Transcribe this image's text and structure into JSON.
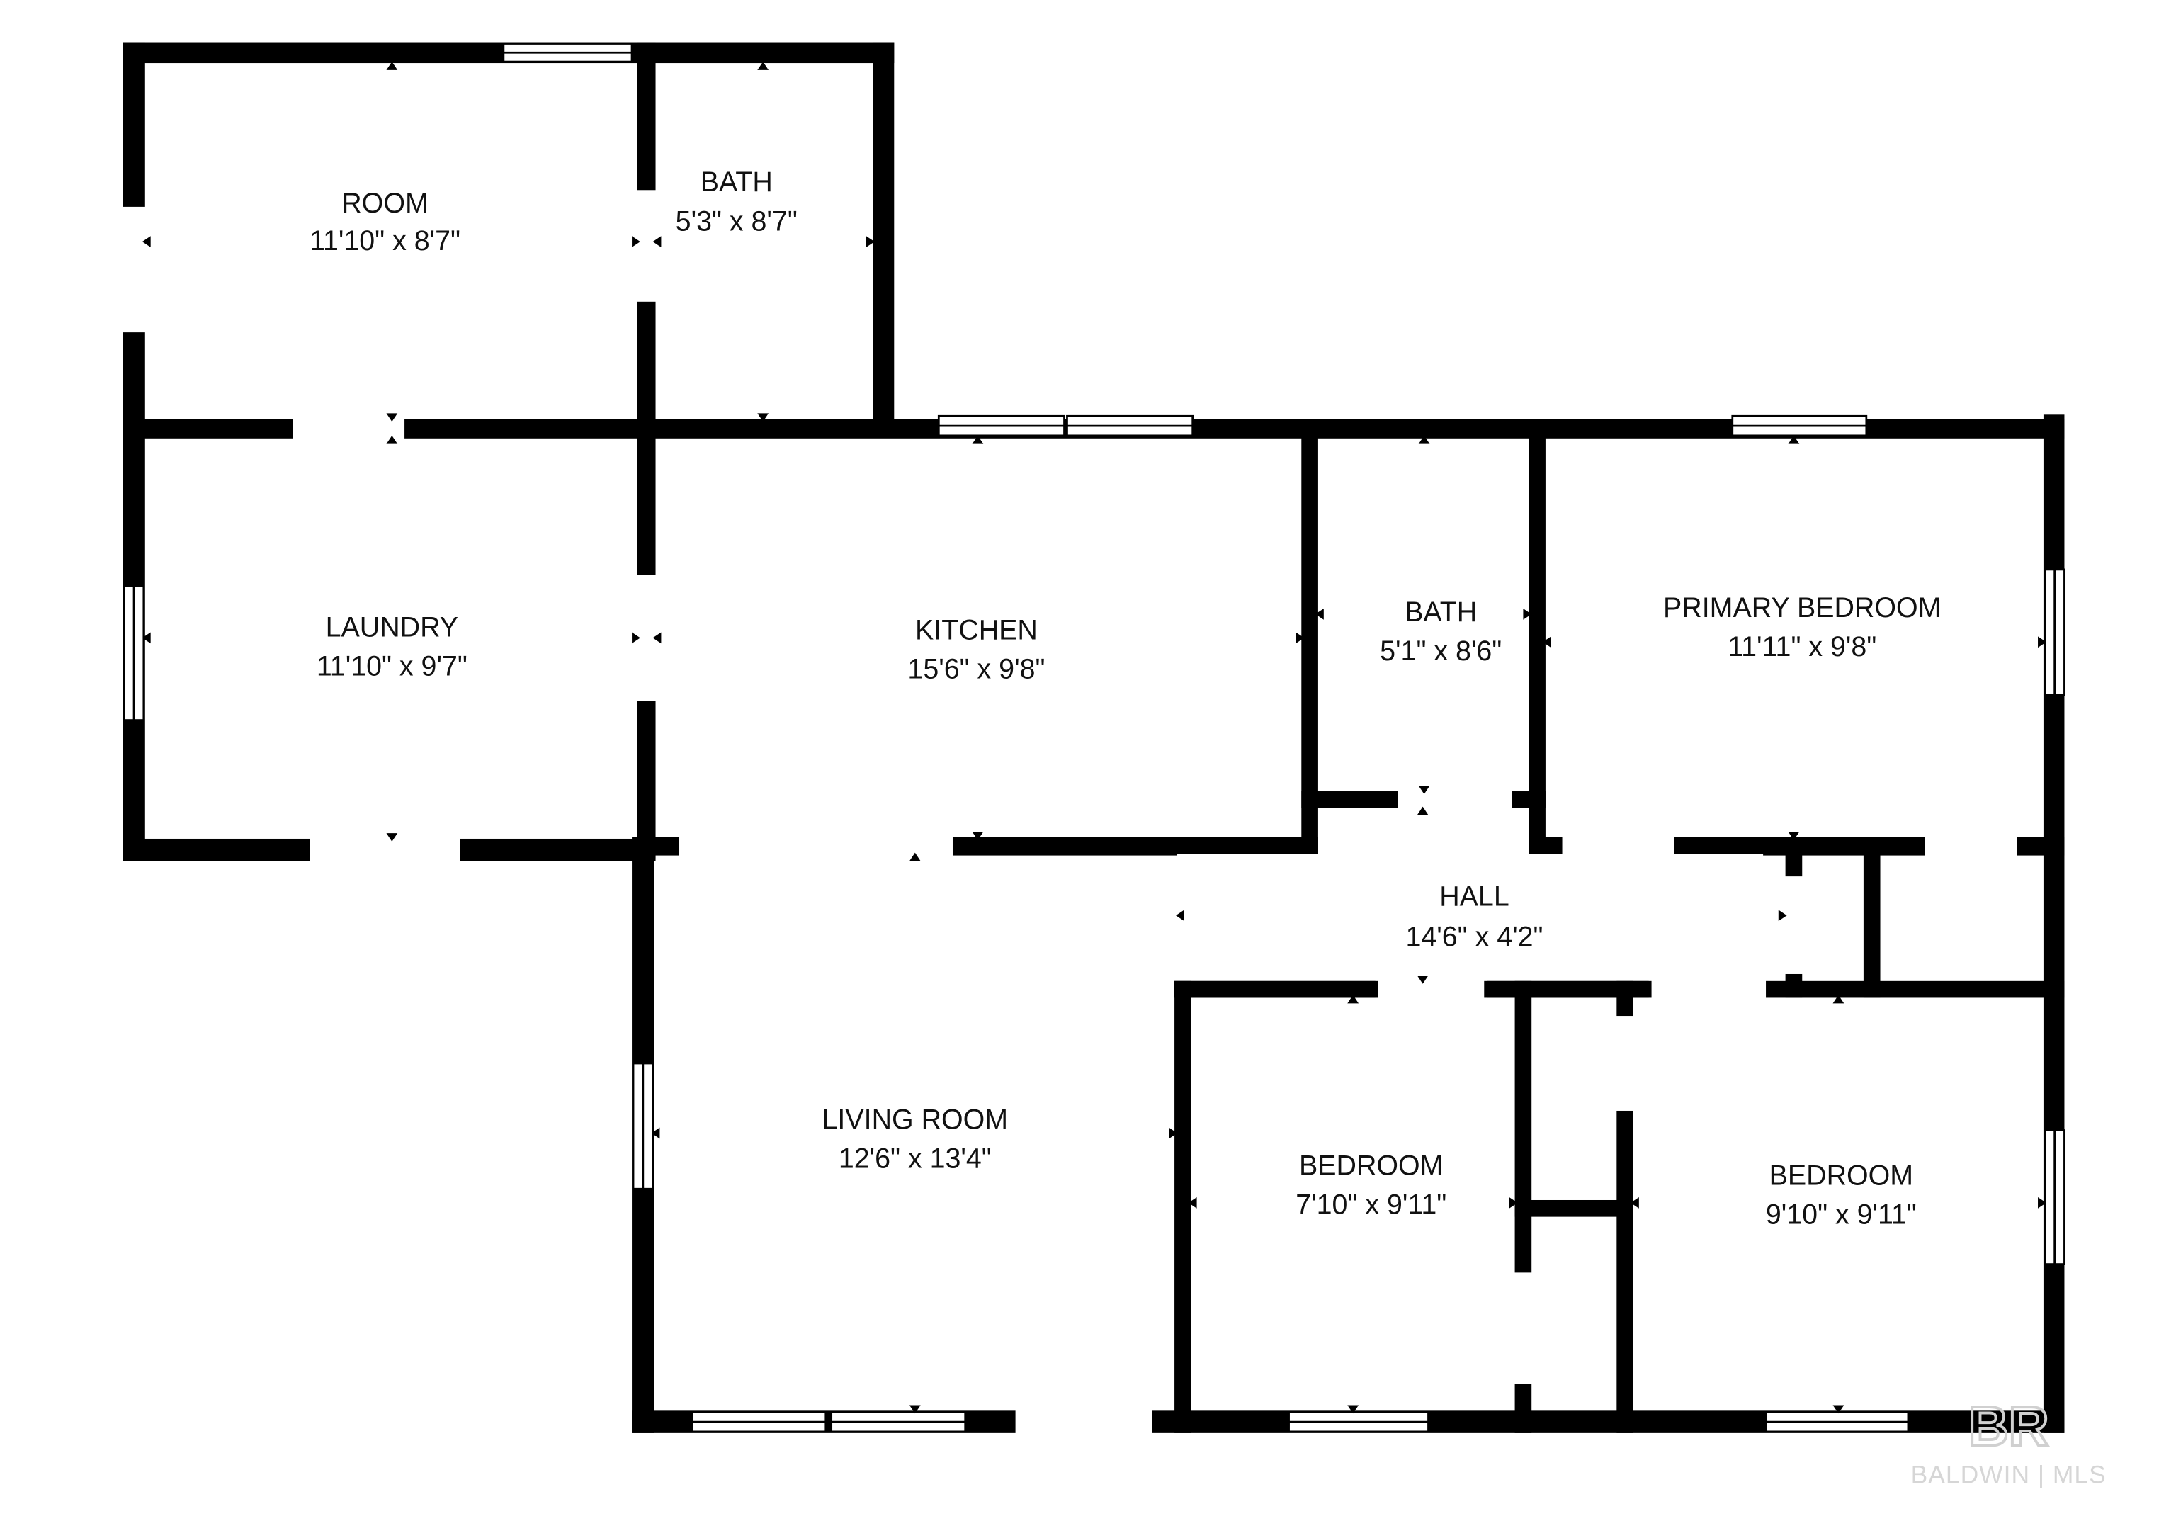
{
  "colors": {
    "wall": "#000000",
    "window": "#ffffff",
    "watermark": "#d6d6d6",
    "text": "#111111"
  },
  "rooms": {
    "room": {
      "name": "ROOM",
      "dims": "11'10\" x 8'7\""
    },
    "bath_upper": {
      "name": "BATH",
      "dims": "5'3\" x 8'7\""
    },
    "laundry": {
      "name": "LAUNDRY",
      "dims": "11'10\" x 9'7\""
    },
    "kitchen": {
      "name": "KITCHEN",
      "dims": "15'6\" x 9'8\""
    },
    "bath_hall": {
      "name": "BATH",
      "dims": "5'1\" x 8'6\""
    },
    "primary": {
      "name": "PRIMARY BEDROOM",
      "dims": "11'11\" x 9'8\""
    },
    "hall": {
      "name": "HALL",
      "dims": "14'6\" x 4'2\""
    },
    "living": {
      "name": "LIVING ROOM",
      "dims": "12'6\" x 13'4\""
    },
    "bedroom_mid": {
      "name": "BEDROOM",
      "dims": "7'10\" x 9'11\""
    },
    "bedroom_right": {
      "name": "BEDROOM",
      "dims": "9'10\" x 9'11\""
    }
  },
  "watermark": {
    "logo_text": "BR",
    "brand_text": "BALDWIN | MLS"
  }
}
